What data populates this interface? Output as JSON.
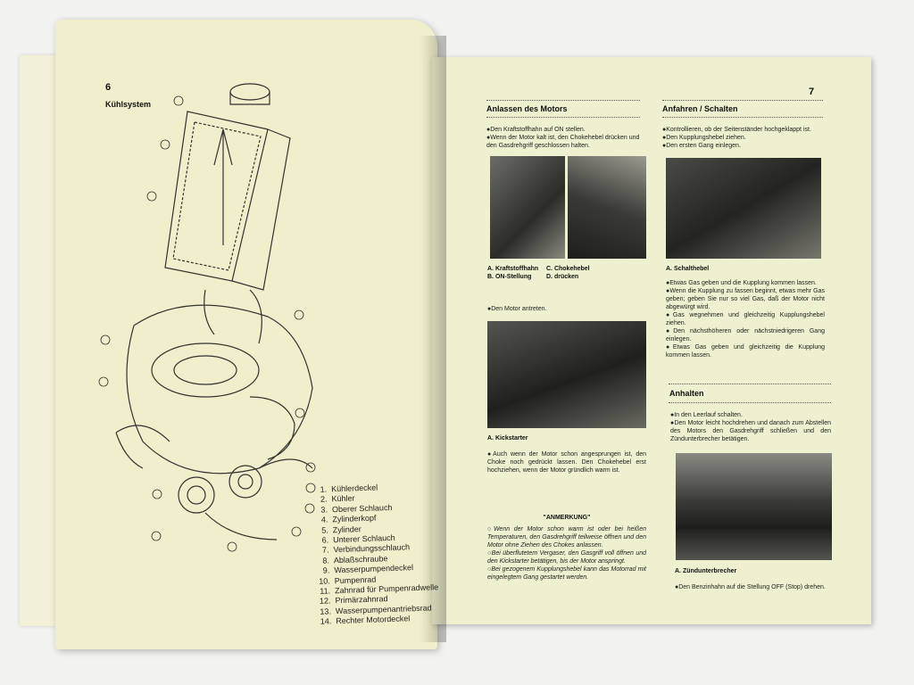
{
  "left_page": {
    "page_number": "6",
    "title": "Kühlsystem",
    "legend": [
      {
        "n": "1.",
        "label": "Kühlerdeckel"
      },
      {
        "n": "2.",
        "label": "Kühler"
      },
      {
        "n": "3.",
        "label": "Oberer Schlauch"
      },
      {
        "n": "4.",
        "label": "Zylinderkopf"
      },
      {
        "n": "5.",
        "label": "Zylinder"
      },
      {
        "n": "6.",
        "label": "Unterer Schlauch"
      },
      {
        "n": "7.",
        "label": "Verbindungsschlauch"
      },
      {
        "n": "8.",
        "label": "Ablaßschraube"
      },
      {
        "n": "9.",
        "label": "Wasserpumpendeckel"
      },
      {
        "n": "10.",
        "label": "Pumpenrad"
      },
      {
        "n": "11.",
        "label": "Zahnrad für Pumpenradwelle"
      },
      {
        "n": "12.",
        "label": "Primärzahnrad"
      },
      {
        "n": "13.",
        "label": "Wasserpumpenantriebsrad"
      },
      {
        "n": "14.",
        "label": "Rechter Motordeckel"
      }
    ]
  },
  "right_page": {
    "page_number": "7",
    "col1": {
      "heading": "Anlassen des Motors",
      "intro": [
        "●Den Kraftstoffhahn auf ON stellen.",
        "●Wenn der Motor kalt ist, den Chokehebel drücken und den Gasdrehgriff geschlossen halten."
      ],
      "captions1": [
        "A. Kraftstoffhahn",
        "B. ON-Stellung",
        "C. Chokehebel",
        "D. drücken"
      ],
      "step2": "●Den Motor antreten.",
      "caption2": "A. Kickstarter",
      "step3": "●Auch wenn der Motor schon angesprungen ist, den Choke noch gedrückt lassen. Den Chokehebel erst hochziehen, wenn der Motor gründlich warm ist.",
      "note_title": "\"ANMERKUNG\"",
      "notes": [
        "○Wenn der Motor schon warm ist oder bei heißen Temperaturen, den Gasdrehgriff teilweise öffnen und den Motor ohne Ziehen des Chokes anlassen.",
        "○Bei überflutetem Vergaser, den Gasgriff voll öffnen und den Kickstarter betätigen, bis der Motor anspringt.",
        "○Bei gezogenem Kupplungshebel kann das Motorrad mit eingelegtem Gang gestartet werden."
      ]
    },
    "col2": {
      "heading": "Anfahren / Schalten",
      "intro": [
        "●Kontrollieren, ob der Seitenständer hochgeklappt ist.",
        "●Den Kupplungshebel ziehen.",
        "●Den ersten Gang einlegen."
      ],
      "caption1": "A. Schalthebel",
      "steps": [
        "●Etwas Gas geben und die Kupplung kommen lassen.",
        "●Wenn die Kupplung zu fassen beginnt, etwas mehr Gas geben; geben Sie nur so viel Gas, daß der Motor nicht abgewürgt wird.",
        "●Gas wegnehmen und gleichzeitig Kupplungshebel ziehen.",
        "●Den nächsthöheren oder nächstniedrigeren Gang einlegen.",
        "●Etwas Gas geben und gleichzeitig die Kupplung kommen lassen."
      ],
      "heading2": "Anhalten",
      "steps2": [
        "●In den Leerlauf schalten.",
        "●Den Motor leicht hochdrehen und danach zum Abstellen des Motors den Gasdrehgriff schließen und den Zündunterbrecher betätigen."
      ],
      "caption2": "A. Zündunterbrecher",
      "final": "●Den Benzinhahn auf die Stellung OFF (Stop) drehen."
    }
  }
}
